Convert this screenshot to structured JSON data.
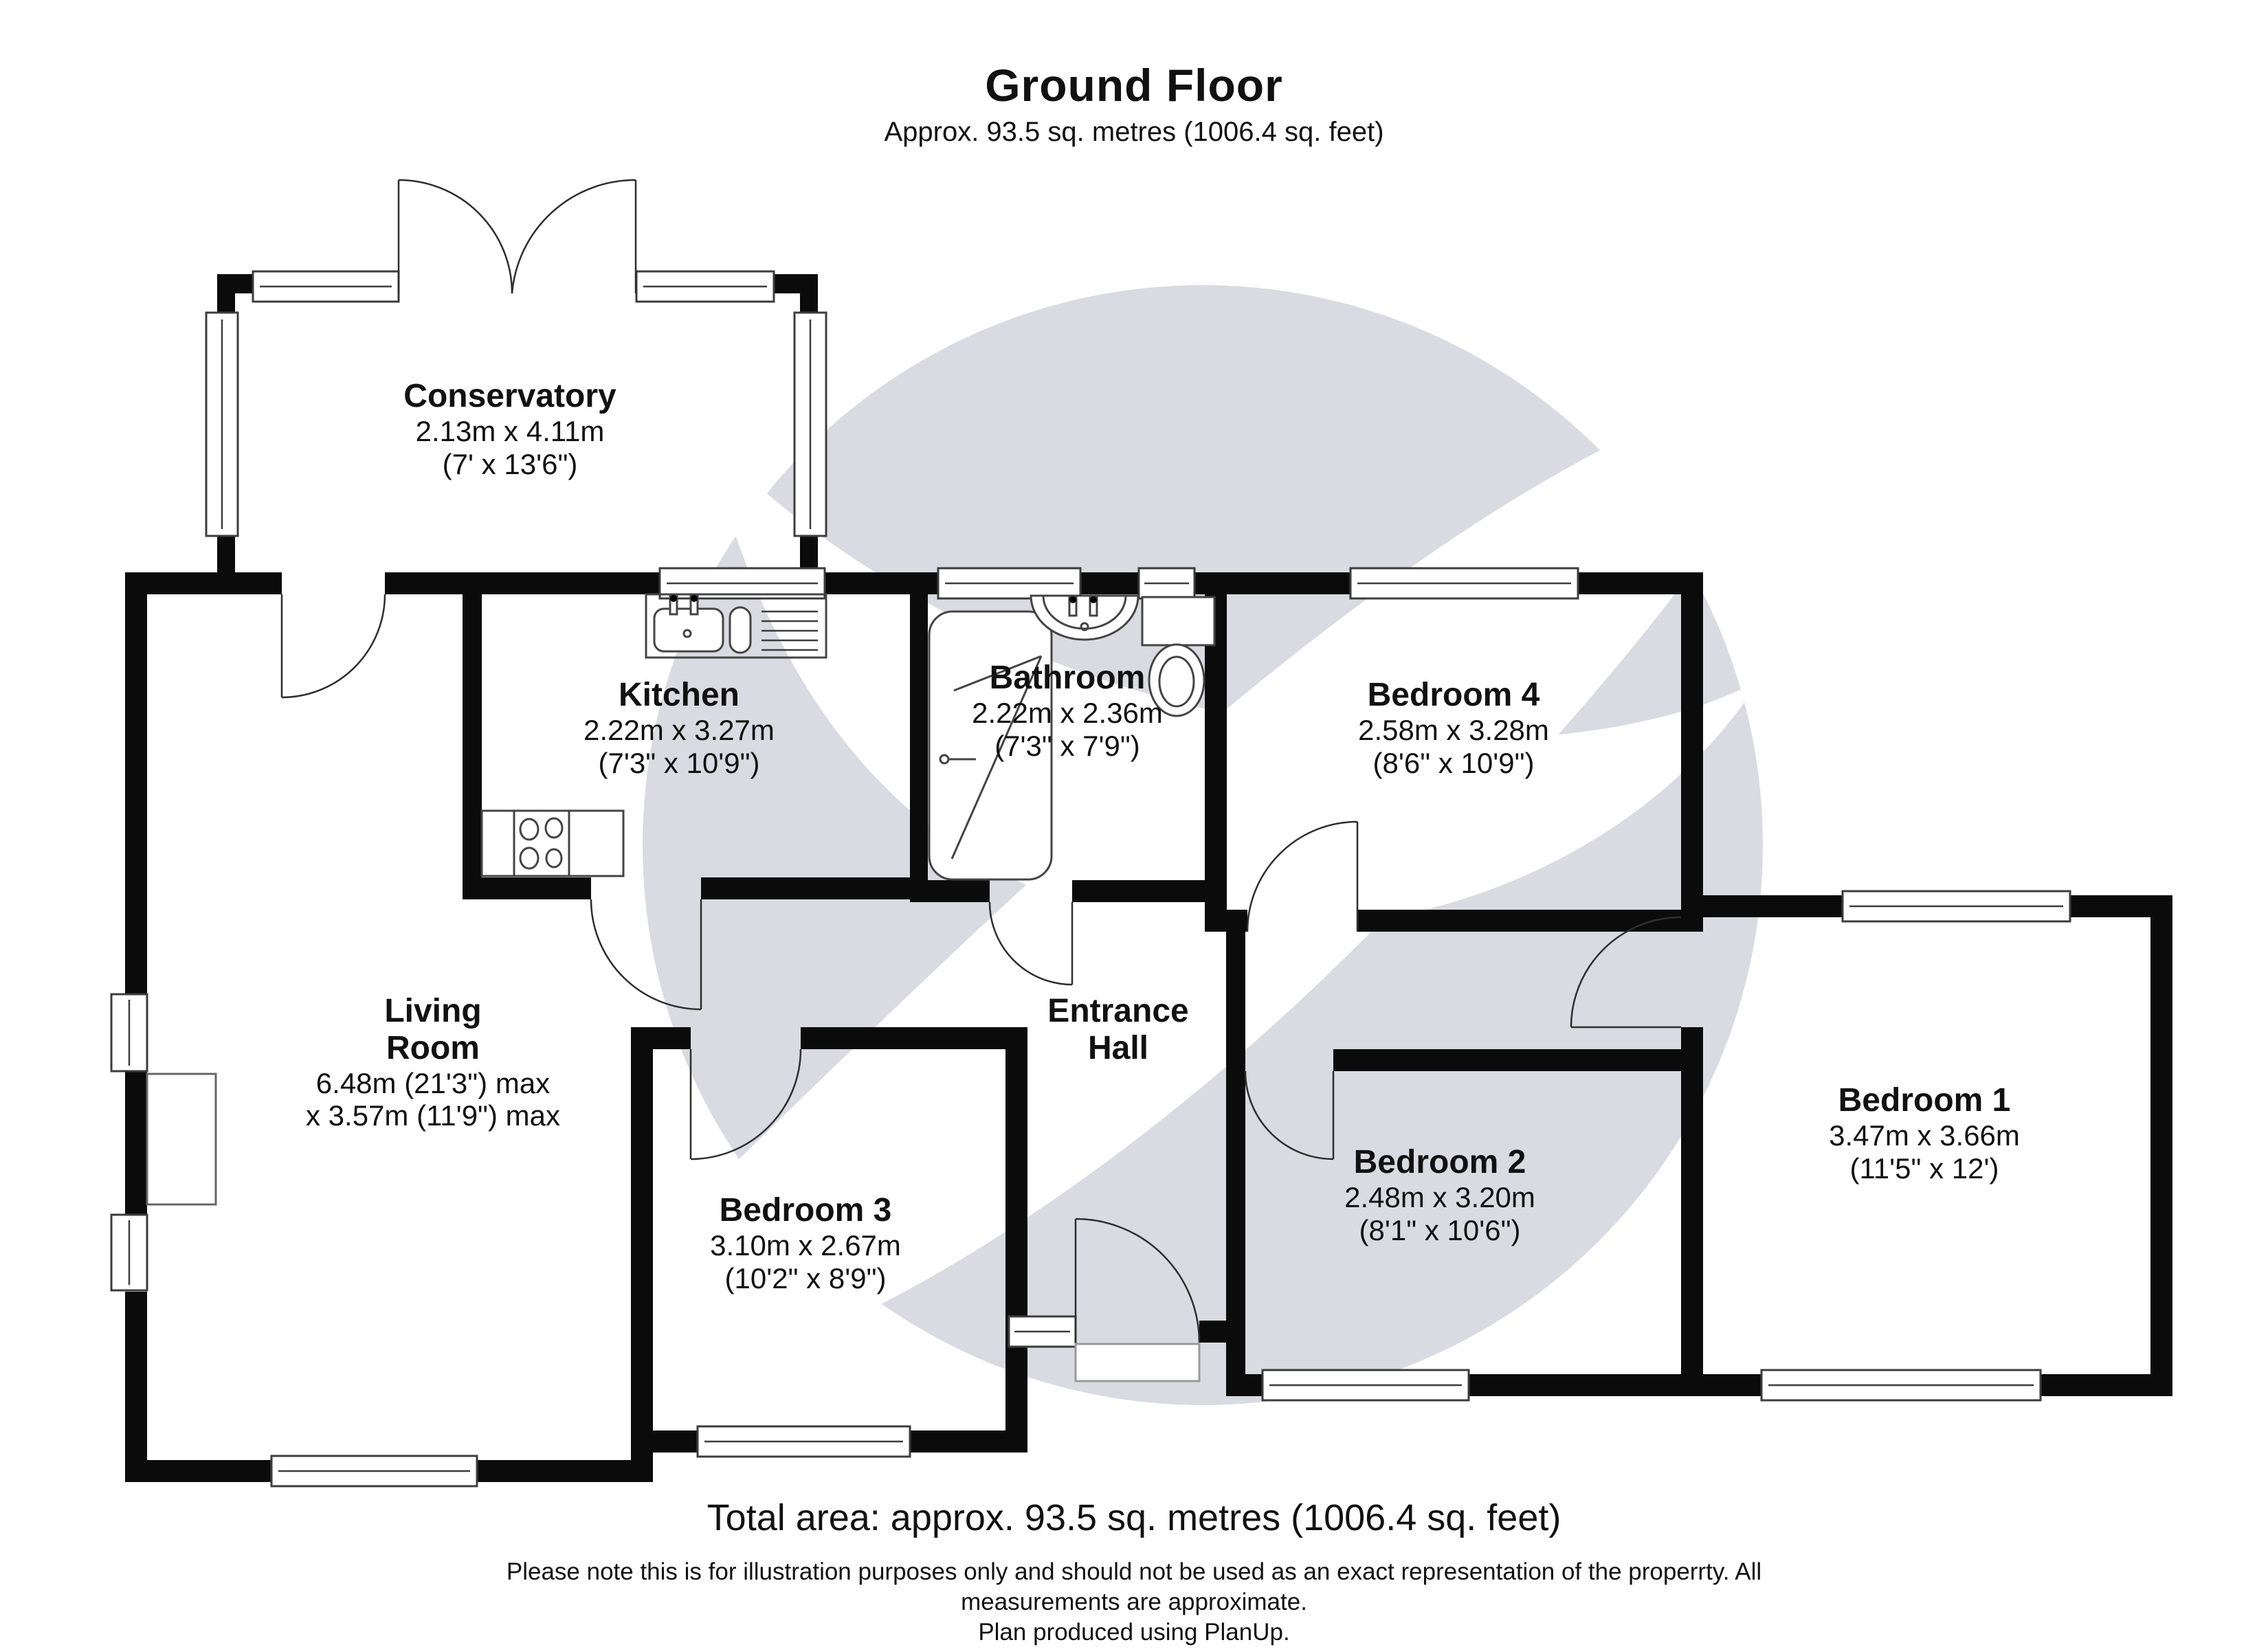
{
  "header": {
    "title": "Ground Floor",
    "subtitle": "Approx. 93.5 sq. metres (1006.4 sq. feet)"
  },
  "rooms": {
    "conservatory": {
      "name": "Conservatory",
      "dim_metric": "2.13m x 4.11m",
      "dim_imperial": "(7' x 13'6\")"
    },
    "kitchen": {
      "name": "Kitchen",
      "dim_metric": "2.22m x 3.27m",
      "dim_imperial": "(7'3\" x 10'9\")"
    },
    "bathroom": {
      "name": "Bathroom",
      "dim_metric": "2.22m x 2.36m",
      "dim_imperial": "(7'3\" x 7'9\")"
    },
    "bedroom4": {
      "name": "Bedroom 4",
      "dim_metric": "2.58m x 3.28m",
      "dim_imperial": "(8'6\" x 10'9\")"
    },
    "living_room": {
      "name": "Living Room",
      "dim_metric": "6.48m (21'3\") max",
      "dim_imperial": "x 3.57m (11'9\") max"
    },
    "entrance_hall": {
      "name": "Entrance Hall"
    },
    "bedroom3": {
      "name": "Bedroom 3",
      "dim_metric": "3.10m x 2.67m",
      "dim_imperial": "(10'2\" x 8'9\")"
    },
    "bedroom2": {
      "name": "Bedroom 2",
      "dim_metric": "2.48m x 3.20m",
      "dim_imperial": "(8'1\" x 10'6\")"
    },
    "bedroom1": {
      "name": "Bedroom 1",
      "dim_metric": "3.47m x 3.66m",
      "dim_imperial": "(11'5\" x 12')"
    }
  },
  "footer": {
    "total_area": "Total area: approx. 93.5 sq. metres (1006.4 sq. feet)",
    "disclaimer_line1": "Please note this is for illustration purposes only and should not be used as an exact representation of the properrty. All",
    "disclaimer_line2": "measurements are approximate.",
    "disclaimer_line3": "Plan produced using PlanUp."
  },
  "fixtures": [
    "kitchen-sink",
    "cooker-hob",
    "bathtub-shower",
    "wash-basin",
    "toilet",
    "chimney-breast",
    "front-door-step"
  ],
  "colors": {
    "wall": "#0b0b0b",
    "watermark": "#dadae2",
    "fixture_outline": "#444444"
  }
}
